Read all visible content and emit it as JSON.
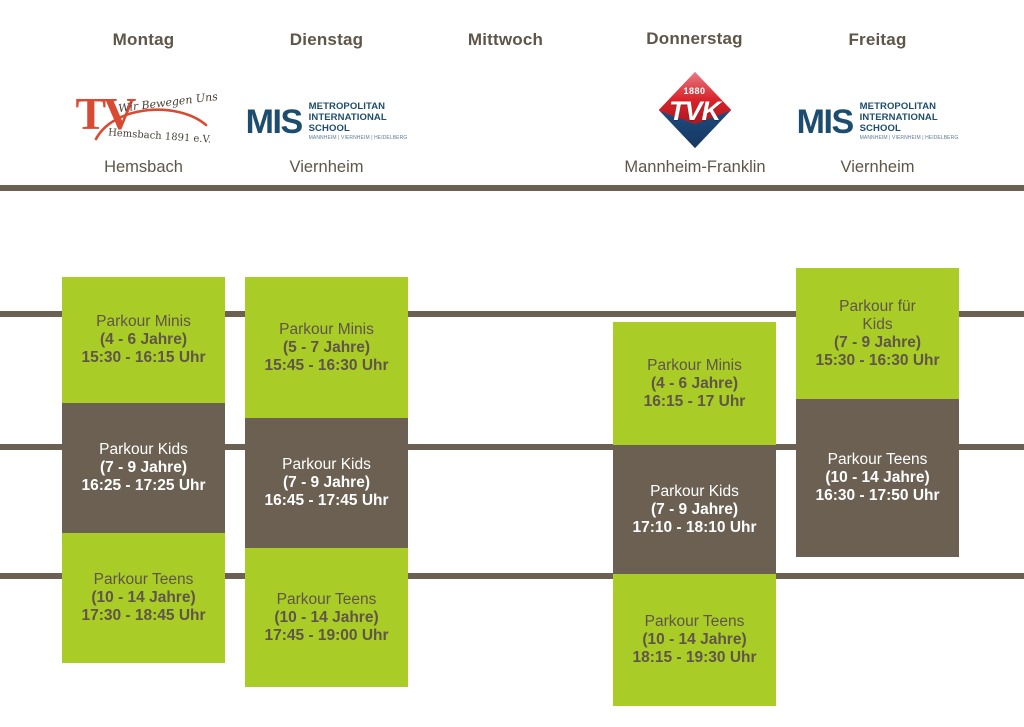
{
  "header": {
    "days": [
      {
        "label": "Montag",
        "place": "Hemsbach",
        "logo": "tv-hemsbach-logo"
      },
      {
        "label": "Dienstag",
        "place": "Viernheim",
        "logo": "mis-logo"
      },
      {
        "label": "Mittwoch",
        "place": "",
        "logo": ""
      },
      {
        "label": "Donnerstag",
        "place": "Mannheim-Franklin",
        "logo": "tvk-logo"
      },
      {
        "label": "Freitag",
        "place": "Viernheim",
        "logo": "mis-logo"
      }
    ]
  },
  "logos": {
    "tv": {
      "letters": "TV",
      "script": "Wir Bewegen Uns",
      "sub": "Hemsbach 1891 e.V."
    },
    "mis": {
      "mark": "MIS",
      "line1": "METROPOLITAN",
      "line2": "INTERNATIONAL",
      "line3": "SCHOOL",
      "cities": "MANNHEIM | VIERNHEIM | HEIDELBERG"
    },
    "tvk": {
      "year": "1880",
      "letters": "TVK"
    }
  },
  "colors": {
    "green": "#aacc26",
    "brown": "#6b6052",
    "text_dark": "#5f5548",
    "text_light": "#ffffff",
    "tv_red": "#d94a32",
    "mis_blue": "#1c4d6e",
    "tvk_red": "#d8232a",
    "tvk_blue": "#1c4a7e"
  },
  "schedule": {
    "monday": [
      {
        "title": "Parkour Minis",
        "age": "(4 - 6 Jahre)",
        "time": "15:30  - 16:15 Uhr",
        "color": "green"
      },
      {
        "title": "Parkour Kids",
        "age": "(7 - 9 Jahre)",
        "time": "16:25 - 17:25 Uhr",
        "color": "brown"
      },
      {
        "title": "Parkour  Teens",
        "age": "(10 - 14 Jahre)",
        "time": "17:30 - 18:45 Uhr",
        "color": "green"
      }
    ],
    "tuesday": [
      {
        "title": "Parkour  Minis",
        "age": "(5 - 7 Jahre)",
        "time": "15:45 - 16:30 Uhr",
        "color": "green"
      },
      {
        "title": "Parkour Kids",
        "age": "(7 - 9 Jahre)",
        "time": "16:45 - 17:45 Uhr",
        "color": "brown"
      },
      {
        "title": "Parkour  Teens",
        "age": "(10 - 14 Jahre)",
        "time": "17:45 - 19:00 Uhr",
        "color": "green"
      }
    ],
    "wednesday": [],
    "thursday": [
      {
        "title": "Parkour Minis",
        "age": "(4 - 6 Jahre)",
        "time": "16:15  - 17 Uhr",
        "color": "green"
      },
      {
        "title": "Parkour Kids",
        "age": "(7 - 9 Jahre)",
        "time": "17:10 - 18:10 Uhr",
        "color": "brown"
      },
      {
        "title": "Parkour  Teens",
        "age": "(10 - 14 Jahre)",
        "time": "18:15 - 19:30 Uhr",
        "color": "green"
      }
    ],
    "friday": [
      {
        "title": "Parkour für\nKids",
        "age": "(7 - 9 Jahre)",
        "time": "15:30 - 16:30 Uhr",
        "color": "green"
      },
      {
        "title": "Parkour  Teens",
        "age": "(10 - 14 Jahre)",
        "time": "16:30 - 17:50 Uhr",
        "color": "brown"
      }
    ]
  }
}
